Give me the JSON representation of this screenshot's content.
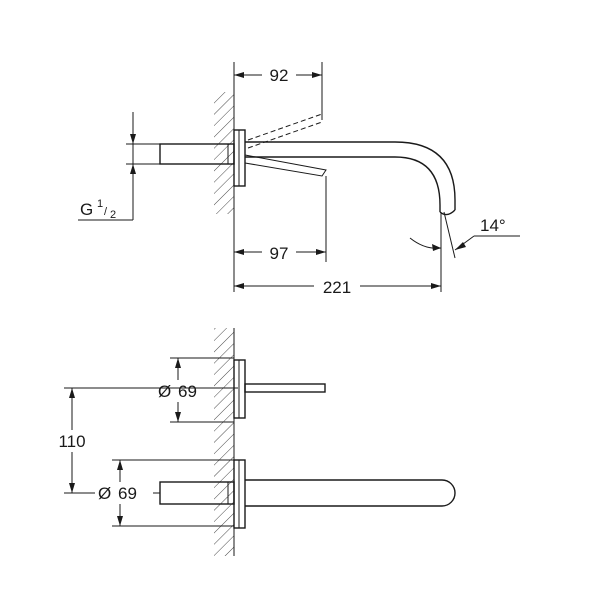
{
  "drawing": {
    "side_view": {
      "dim_top": "92",
      "dim_mid": "97",
      "dim_total": "221",
      "angle": "14°",
      "thread": {
        "prefix": "G",
        "numerator": "1",
        "slash": "/",
        "denominator": "2"
      }
    },
    "front_view": {
      "diameter_symbol": "Ø",
      "upper_diameter": "69",
      "lower_diameter": "69",
      "spacing": "110"
    }
  }
}
